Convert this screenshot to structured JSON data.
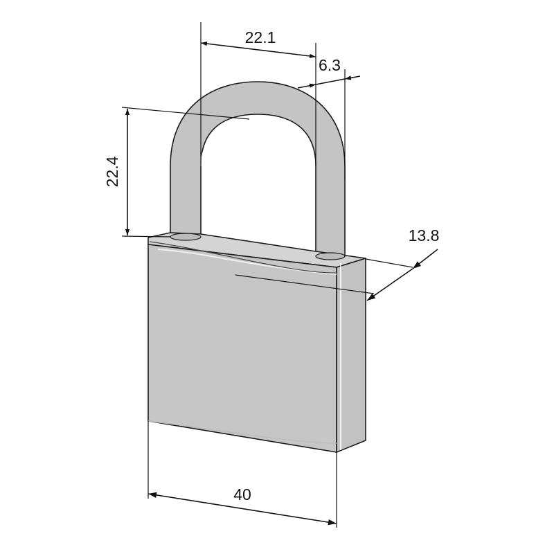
{
  "dimensions": {
    "shackle_inner_width": "22.1",
    "shackle_diameter": "6.3",
    "shackle_clearance": "22.4",
    "body_thickness": "13.8",
    "body_width": "40"
  },
  "colors": {
    "body_front": "#c6c6c6",
    "body_side": "#c2c2c2",
    "body_top": "#d4d4d4",
    "shackle": "#c4c4c4",
    "line": "#111111"
  }
}
